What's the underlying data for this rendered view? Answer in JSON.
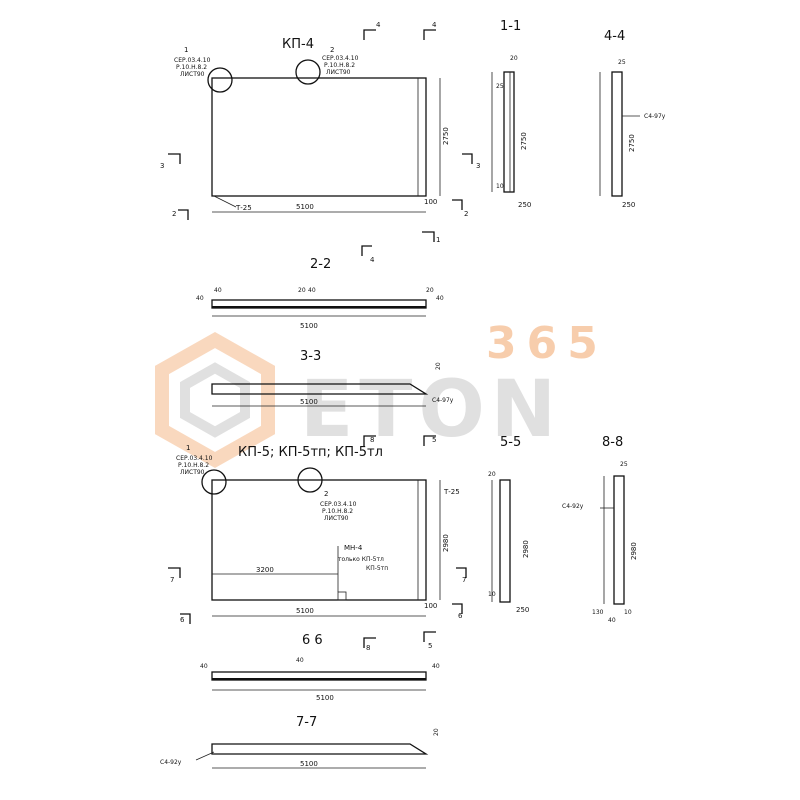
{
  "watermark": {
    "number": "365",
    "brand": "ETON",
    "color_orange": "#f5b98a",
    "color_gray": "#c8c8c8"
  },
  "panel_a": {
    "title": "КП-4",
    "node1_num": "1",
    "node1_ref": [
      "СЕР.03.4.10",
      "Р.10.Н.8.2",
      "ЛИСТ90"
    ],
    "node2_num": "2",
    "node2_ref": [
      "СЕР.03.4.10",
      "Р.10.Н.8.2",
      "ЛИСТ90"
    ],
    "dim_length": "5100",
    "dim_height": "2750",
    "dim_edge": "100",
    "label_t": "Т-25",
    "cut1": "1",
    "cut2": "2",
    "cut3": "3",
    "cut4": "4"
  },
  "section_1_1": {
    "title": "1-1",
    "dim_height": "2750",
    "dim_width": "250",
    "dim_top": "20",
    "dim_mid": "25",
    "dim_bot": "10"
  },
  "section_4_4": {
    "title": "4-4",
    "dim_height": "2750",
    "dim_width": "250",
    "dim_top": "25",
    "label": "С4-97у"
  },
  "section_2_2": {
    "title": "2-2",
    "dim_length": "5100",
    "dim_a": "40",
    "dim_b": "40",
    "dim_c": "20",
    "dim_d": "40",
    "dim_e": "20",
    "dim_f": "40",
    "cut4": "4"
  },
  "section_3_3": {
    "title": "3-3",
    "dim_length": "5100",
    "dim_h": "20",
    "label": "С4-97у"
  },
  "panel_b": {
    "title": "КП-5; КП-5тп; КП-5тл",
    "node1_num": "1",
    "node1_ref": [
      "СЕР.03.4.10",
      "Р.10.Н.8.2",
      "ЛИСТ90"
    ],
    "node2_num": "2",
    "node2_ref": [
      "СЕР.03.4.10",
      "Р.10.Н.8.2",
      "ЛИСТ90"
    ],
    "dim_length": "5100",
    "dim_height": "2980",
    "dim_inner": "3200",
    "dim_edge": "100",
    "label_t": "Т-25",
    "mark": "МН-4",
    "mark_note1": "только КП-5тл",
    "mark_note2": "КП-5тп",
    "cut5": "5",
    "cut6": "6",
    "cut7": "7",
    "cut8": "8"
  },
  "section_5_5": {
    "title": "5-5",
    "dim_height": "2980",
    "dim_width": "250",
    "dim_top": "20",
    "dim_bot": "10"
  },
  "section_8_8": {
    "title": "8-8",
    "dim_height": "2980",
    "dim_top": "25",
    "dim_b1": "130",
    "dim_b2": "10",
    "dim_b3": "40",
    "label": "С4-92у"
  },
  "section_6_6": {
    "title": "6 6",
    "dim_length": "5100",
    "dim_a": "40",
    "dim_b": "40",
    "dim_c": "40",
    "cut5": "5",
    "cut8": "8"
  },
  "section_7_7": {
    "title": "7-7",
    "dim_length": "5100",
    "dim_h": "20",
    "label": "С4-92у"
  }
}
